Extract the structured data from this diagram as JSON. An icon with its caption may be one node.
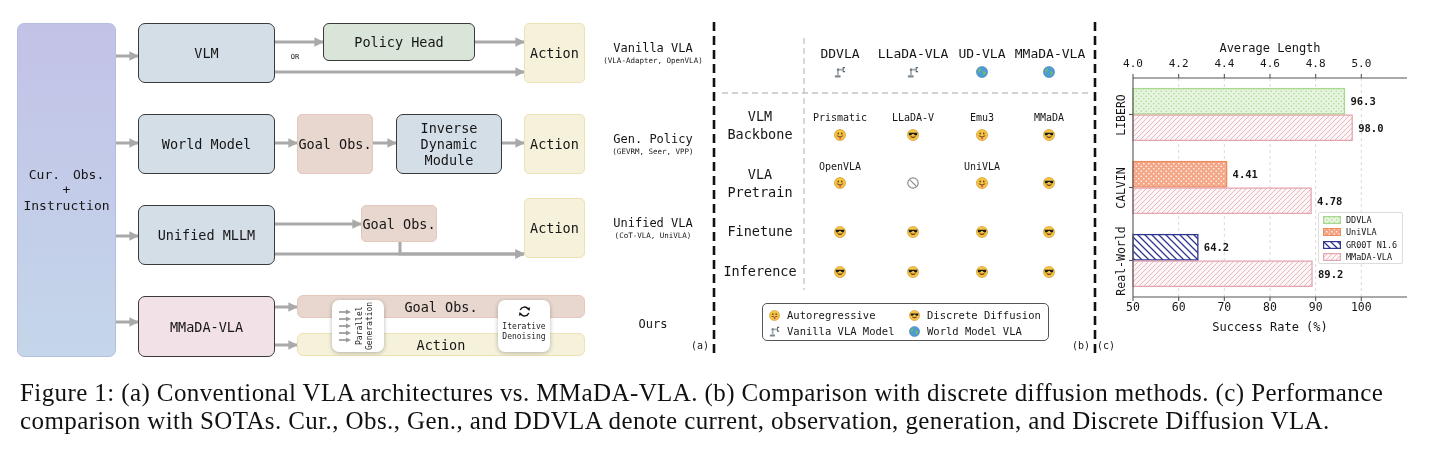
{
  "diagram": {
    "caption": "Figure 1: (a) Conventional VLA architectures vs. MMaDA-VLA. (b) Comparison with discrete diffusion methods. (c) Performance comparison with SOTAs. Cur., Obs., Gen., and DDVLA denote current, observation, generation, and Discrete Diffusion VLA.",
    "nodes": [
      {
        "text": [
          "Cur. Obs. + Instruction"
        ]
      },
      {
        "text": [
          "VLM"
        ]
      },
      {
        "text": [
          "Policy Head"
        ]
      },
      {
        "text": [
          "Action"
        ]
      },
      {
        "text": [
          "World Model"
        ]
      },
      {
        "text": [
          "Goal Obs."
        ]
      },
      {
        "text": [
          "Inverse Dynamic Module"
        ]
      },
      {
        "text": [
          "Action"
        ]
      },
      {
        "text": [
          "Unified MLLM"
        ]
      },
      {
        "text": [
          "Goal Obs."
        ]
      },
      {
        "text": [
          "Action"
        ]
      },
      {
        "text": [
          "MMaDA-VLA"
        ]
      },
      {
        "text": [
          "Goal Obs."
        ]
      },
      {
        "text": [
          "Action"
        ]
      },
      {
        "text": [
          "Parallel Generation"
        ]
      },
      {
        "text": [
          "Iterative Denoising"
        ]
      }
    ],
    "edges": [
      {
        "from": 0,
        "to": 1,
        "arrow": "to"
      },
      {
        "from": 0,
        "to": 4,
        "arrow": "to"
      },
      {
        "from": 0,
        "to": 8,
        "arrow": "to"
      },
      {
        "from": 0,
        "to": 11,
        "arrow": "to"
      },
      {
        "from": 1,
        "to": 2,
        "arrow": "to"
      },
      {
        "from": 2,
        "to": 3,
        "arrow": "to"
      },
      {
        "from": 1,
        "to": 3,
        "arrow": "to"
      },
      {
        "from": 4,
        "to": 5,
        "arrow": "to"
      },
      {
        "from": 5,
        "to": 6,
        "arrow": "to"
      },
      {
        "from": 6,
        "to": 7,
        "arrow": "to"
      },
      {
        "from": 8,
        "to": 9,
        "arrow": "to"
      },
      {
        "from": 8,
        "to": 10,
        "arrow": "to"
      },
      {
        "from": 9,
        "to": 10,
        "arrow": "to"
      },
      {
        "from": 11,
        "to": 12,
        "arrow": "to"
      },
      {
        "from": 11,
        "to": 13,
        "arrow": "to"
      }
    ],
    "labels": [
      "OR",
      "Vanilla VLA",
      "(VLA-Adapter, OpenVLA)",
      "Gen. Policy",
      "(GEVRM, Seer, VPP)",
      "Unified VLA",
      "(CoT-VLA, UniVLA)",
      "Ours",
      "(a)",
      "DDVLA",
      "LLaDA-VLA",
      "UD-VLA",
      "MMaDA-VLA",
      "VLM Backbone",
      "Prismatic",
      "LLaDA-V",
      "Emu3",
      "MMaDA",
      "VLA Pretrain",
      "OpenVLA",
      "UniVLA",
      "Finetune",
      "Inference",
      "(b)",
      "Average Length",
      "4.0",
      "4.2",
      "4.4",
      "4.6",
      "4.8",
      "5.0",
      "4.41",
      "4.78",
      "(c)"
    ],
    "legend": [
      {
        "text": "Autoregressive"
      },
      {
        "text": "Discrete Diffusion"
      },
      {
        "text": "Vanilla VLA Model"
      },
      {
        "text": "World Model VLA"
      }
    ],
    "chart_data": {
      "type": "bar",
      "orientation": "horizontal",
      "xlabel": "Success Rate (%)",
      "categories": [
        "LIBERO",
        "CALVIN",
        "Real-World"
      ],
      "series": [
        {
          "name": "DDVLA",
          "color": "#a9d98e",
          "values": [
            96.3,
            null,
            null
          ],
          "value_labels": [
            "96.3",
            null,
            null
          ]
        },
        {
          "name": "UniVLA",
          "color": "#f08a5d",
          "values": [
            null,
            70.5,
            null
          ]
        },
        {
          "name": "GR00T N1.6",
          "color": "#2f3590",
          "values": [
            null,
            null,
            64.2
          ],
          "value_labels": [
            null,
            null,
            "64.2"
          ]
        },
        {
          "name": "MMaDA-VLA",
          "color": "#e3a7b1",
          "values": [
            98.0,
            89.0,
            89.2
          ],
          "value_labels": [
            "98.0",
            null,
            "89.2"
          ]
        }
      ],
      "xlim": [
        50,
        110
      ],
      "xticks": [
        50,
        60,
        70,
        80,
        90,
        100
      ],
      "grid": true,
      "legend": true
    }
  }
}
